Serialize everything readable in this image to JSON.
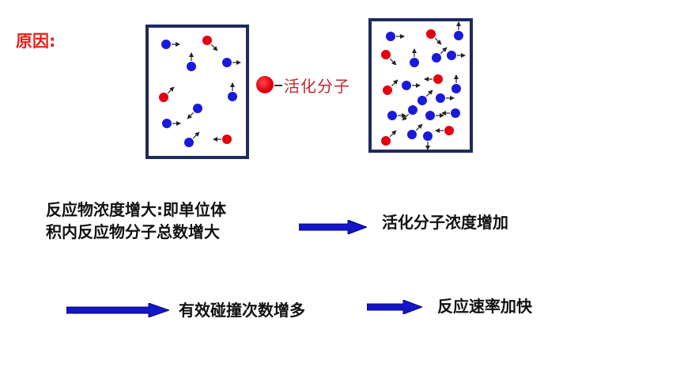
{
  "heading": "原因:",
  "legend": {
    "label": "活化分子",
    "color": "#e3000f"
  },
  "colors": {
    "normal_molecule": "#1a1adb",
    "activated_molecule": "#e3000f",
    "arrow": "#1414c8",
    "box_border": "#1f2a5e"
  },
  "statements": {
    "cause_line1": "反应物浓度增大:即单位体",
    "cause_line2": "积内反应物分子总数增大",
    "result1": "活化分子浓度增加",
    "result2": "有效碰撞次数增多",
    "result3": "反应速率加快"
  }
}
